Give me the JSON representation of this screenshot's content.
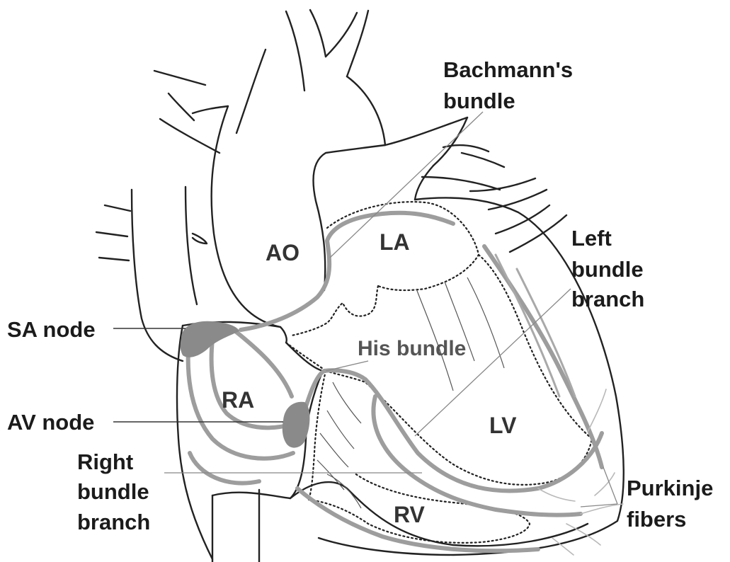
{
  "labels": {
    "bachmann": [
      "Bachmann's",
      "bundle"
    ],
    "left_bundle": [
      "Left",
      "bundle",
      "branch"
    ],
    "sa_node": "SA node",
    "his_bundle": "His bundle",
    "av_node": "AV node",
    "right_bundle": [
      "Right",
      "bundle",
      "branch"
    ],
    "purkinje": [
      "Purkinje",
      "fibers"
    ]
  },
  "chambers": {
    "ao": "AO",
    "la": "LA",
    "ra": "RA",
    "lv": "LV",
    "rv": "RV"
  }
}
